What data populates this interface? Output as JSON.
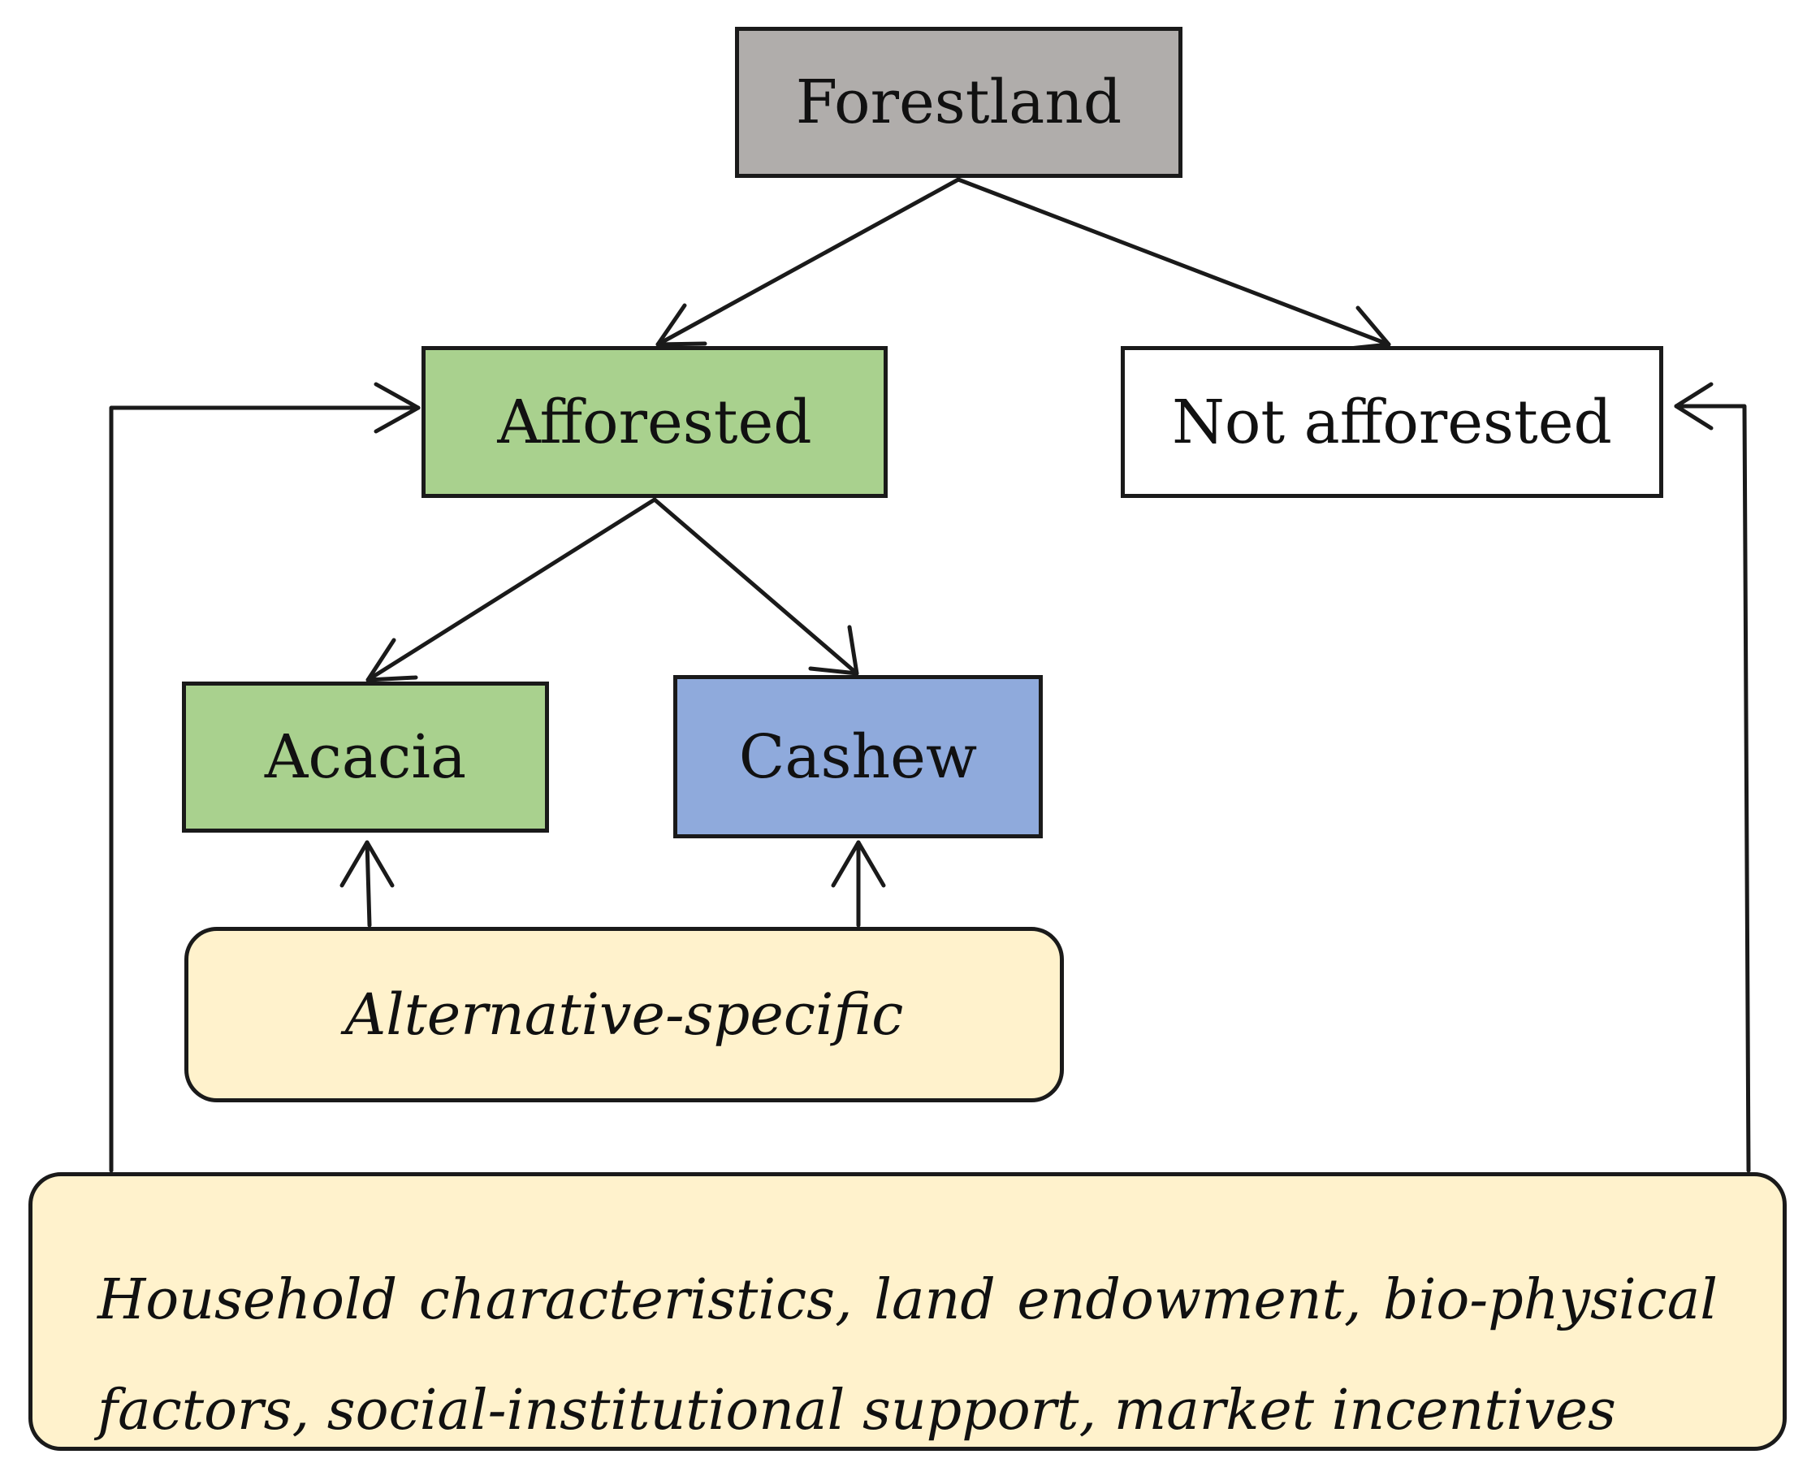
{
  "colors": {
    "forestland_fill": "#b0adab",
    "afforested_fill": "#a9d18e",
    "not_afforested_fill": "#ffffff",
    "acacia_fill": "#a9d18e",
    "cashew_fill": "#8faadc",
    "factor_fill": "#fff2cc",
    "stroke": "#1a1a1a"
  },
  "nodes": {
    "forestland": "Forestland",
    "afforested": "Afforested",
    "not_afforested": "Not afforested",
    "acacia": "Acacia",
    "cashew": "Cashew",
    "alternative_specific": "Alternative-specific",
    "household_line1": "Household characteristics, land endowment, bio-physical",
    "household_line2": "factors, social-institutional support, market incentives"
  },
  "edges": [
    {
      "from": "forestland",
      "to": "afforested"
    },
    {
      "from": "forestland",
      "to": "not_afforested"
    },
    {
      "from": "afforested",
      "to": "acacia"
    },
    {
      "from": "afforested",
      "to": "cashew"
    },
    {
      "from": "alternative_specific",
      "to": "acacia"
    },
    {
      "from": "alternative_specific",
      "to": "cashew"
    },
    {
      "from": "household",
      "to": "afforested"
    },
    {
      "from": "household",
      "to": "not_afforested"
    }
  ]
}
